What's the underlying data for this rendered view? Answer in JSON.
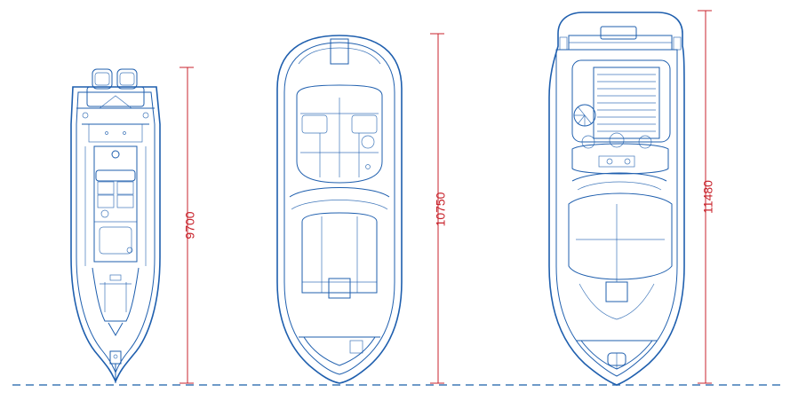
{
  "colors": {
    "boat": "#1f5fae",
    "dimension": "#c8232c",
    "baseline": "#3f78b6",
    "background": "#ffffff"
  },
  "boats": [
    {
      "id": "boat-1",
      "length_label": "9700",
      "length_mm": 9700
    },
    {
      "id": "boat-2",
      "length_label": "10750",
      "length_mm": 10750
    },
    {
      "id": "boat-3",
      "length_label": "11480",
      "length_mm": 11480
    }
  ]
}
